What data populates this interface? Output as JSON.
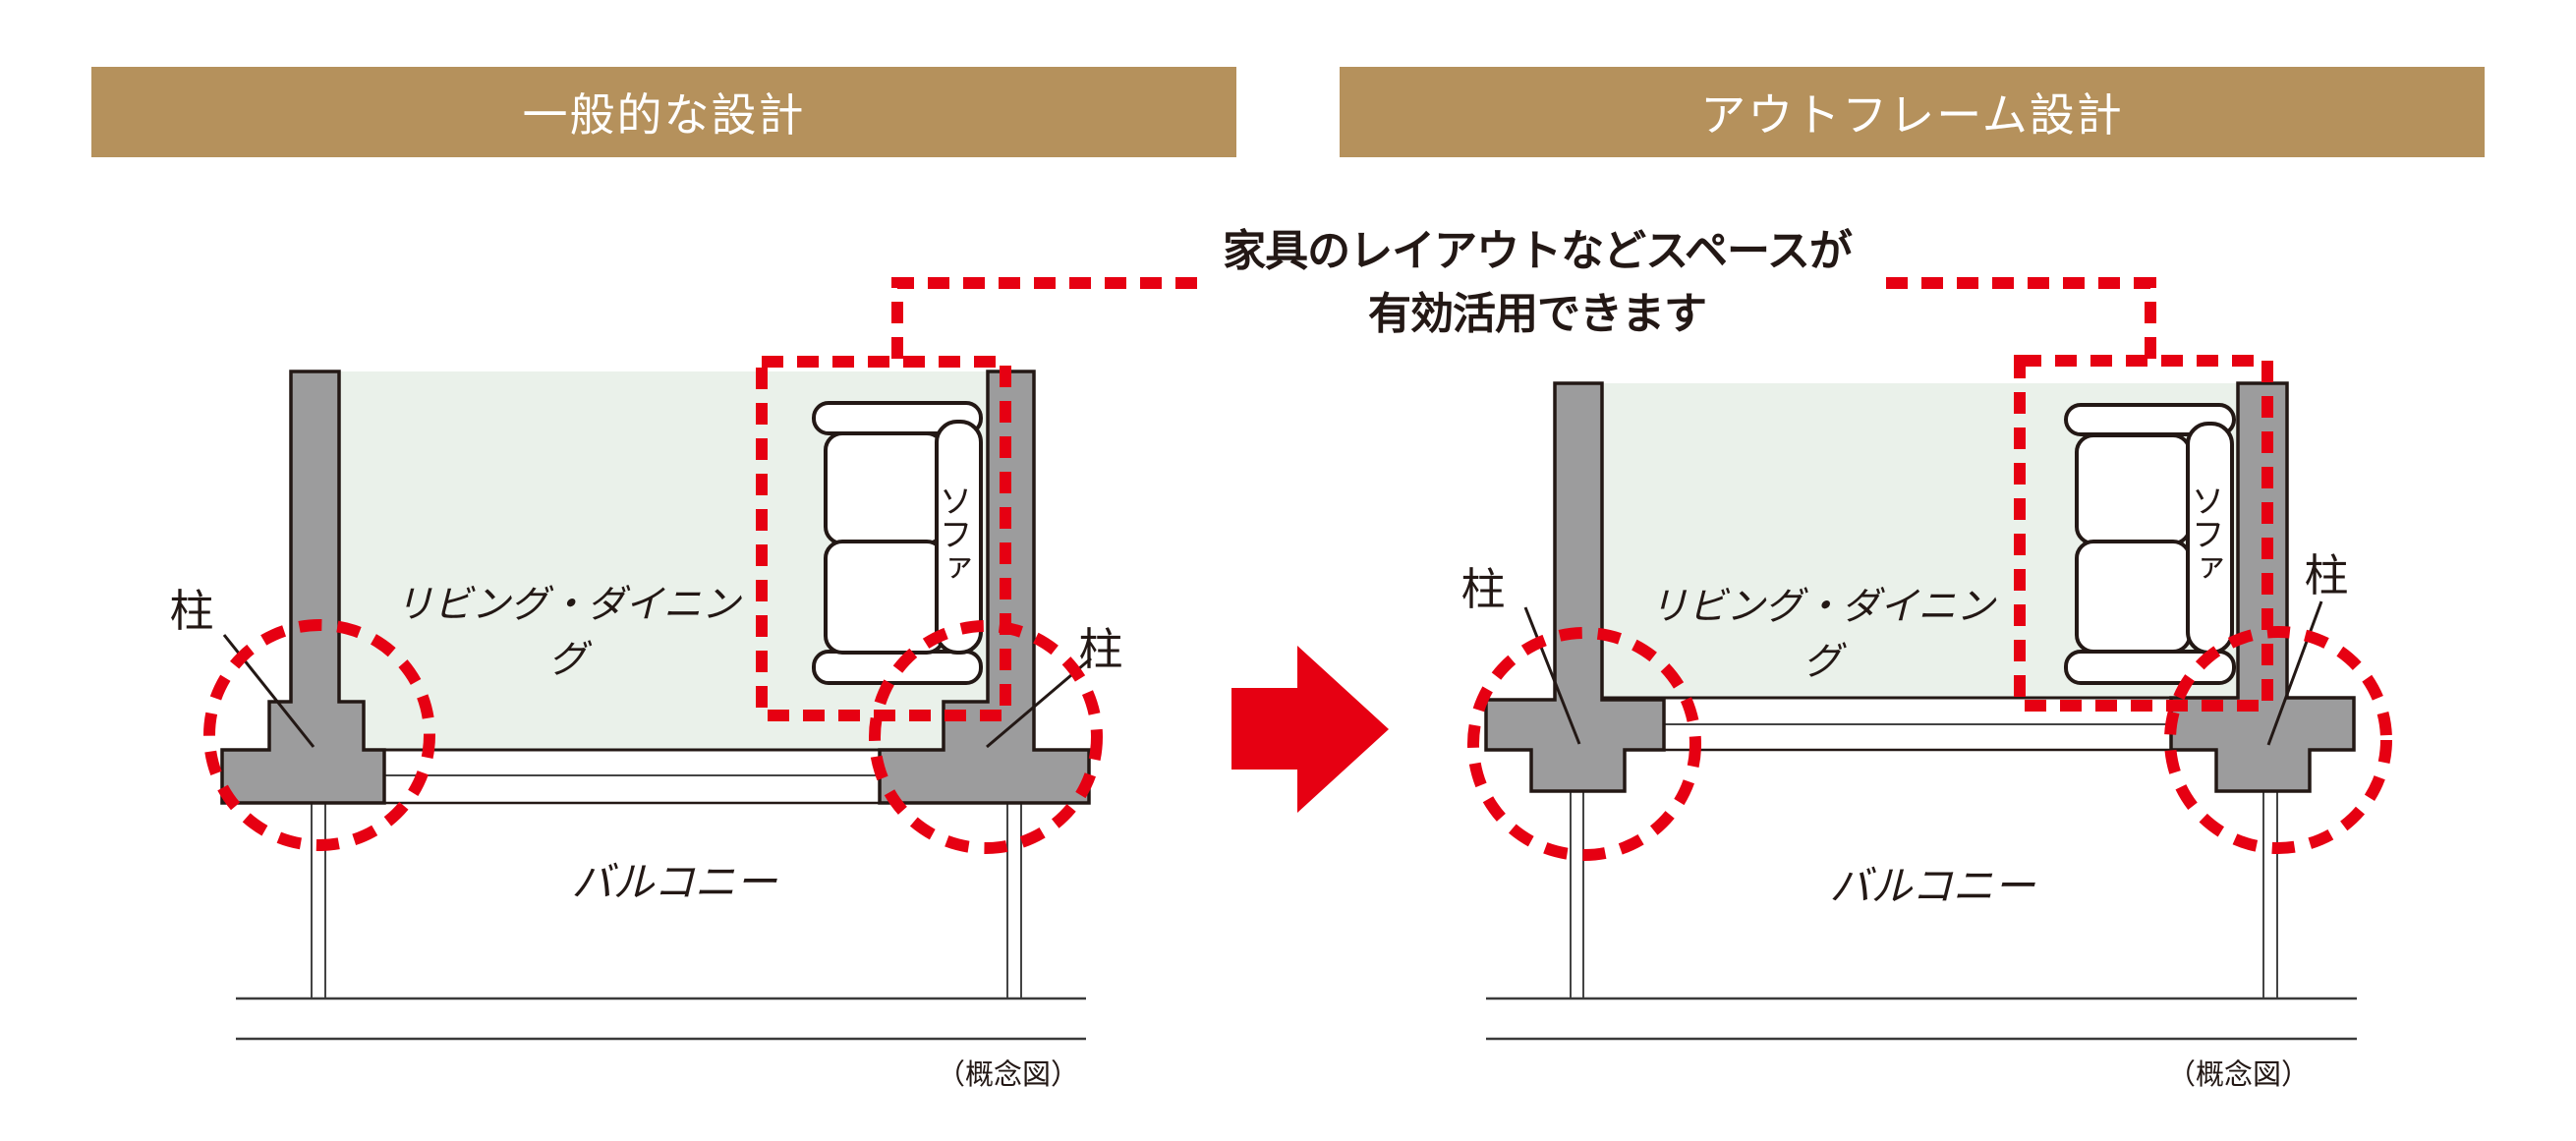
{
  "headers": {
    "left": "一般的な設計",
    "right": "アウトフレーム設計"
  },
  "annotation": {
    "line1": "家具のレイアウトなどスペースが",
    "line2": "有効活用できます"
  },
  "labels": {
    "pillar": "柱",
    "living_dining": "リビング・ダイニング",
    "sofa": "ソファ",
    "balcony": "バルコニー",
    "concept_note": "（概念図）"
  },
  "colors": {
    "header_tan": "#B5915C",
    "accent_red": "#E60012",
    "room_green": "#EAF1EA",
    "wall_gray": "#9C9C9D",
    "ink": "#231815"
  }
}
